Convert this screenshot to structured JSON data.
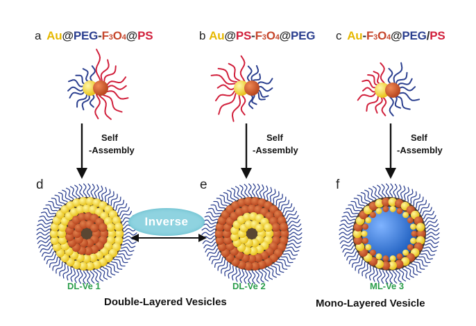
{
  "panels": [
    {
      "letter": "a",
      "parts": [
        [
          "Au",
          "au"
        ],
        [
          "@",
          "sep"
        ],
        [
          "PEG",
          "peg"
        ],
        [
          "-",
          "sep"
        ],
        [
          "F",
          "fe"
        ],
        [
          "3",
          "fe"
        ],
        [
          "O",
          "fe"
        ],
        [
          "4",
          "fe"
        ],
        [
          "@",
          "sep"
        ],
        [
          "PS",
          "ps"
        ]
      ]
    },
    {
      "letter": "b",
      "parts": [
        [
          "Au",
          "au"
        ],
        [
          "@",
          "sep"
        ],
        [
          "PS",
          "ps"
        ],
        [
          "-",
          "sep"
        ],
        [
          "F",
          "fe"
        ],
        [
          "3",
          "fe"
        ],
        [
          "O",
          "fe"
        ],
        [
          "4",
          "fe"
        ],
        [
          "@",
          "sep"
        ],
        [
          "PEG",
          "peg"
        ]
      ]
    },
    {
      "letter": "c",
      "parts": [
        [
          "Au",
          "au"
        ],
        [
          "-",
          "sep"
        ],
        [
          "F",
          "fe"
        ],
        [
          "3",
          "fe"
        ],
        [
          "O",
          "fe"
        ],
        [
          "4",
          "fe"
        ],
        [
          "@",
          "sep"
        ],
        [
          "PEG",
          "peg"
        ],
        [
          "/",
          "sep"
        ],
        [
          "PS",
          "ps"
        ]
      ]
    }
  ],
  "steps": {
    "line1": "Self",
    "line2": "-Assembly"
  },
  "sub_letters": {
    "d": "d",
    "e": "e",
    "f": "f"
  },
  "inverse_label": "Inverse",
  "vesicle_labels": {
    "v1": "DL-Ve 1",
    "v2": "DL-Ve 2",
    "v3": "ML-Ve 3"
  },
  "captions": {
    "double": "Double-Layered Vesicles",
    "mono": "Mono-Layered Vesicle"
  },
  "colors": {
    "gold": "#e8c21a",
    "iron": "#b8461f",
    "peg": "#2b3f8f",
    "ps": "#d11f3b",
    "label_green": "#2a9d4a",
    "inverse_bg": "#8fd3e0",
    "cavity_blue": "#1f5fbf"
  }
}
